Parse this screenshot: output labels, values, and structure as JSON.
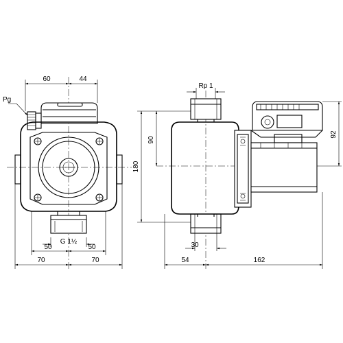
{
  "dimensions": {
    "d60": "60",
    "d44": "44",
    "pg": "Pg",
    "d50_left": "50",
    "thread_inlet": "G 1½",
    "d50_right": "50",
    "d70_left": "70",
    "d70_right": "70",
    "rp": "Rp 1",
    "d90": "90",
    "d180": "180",
    "d92": "92",
    "d30": "30",
    "d54": "54",
    "d162": "162"
  }
}
